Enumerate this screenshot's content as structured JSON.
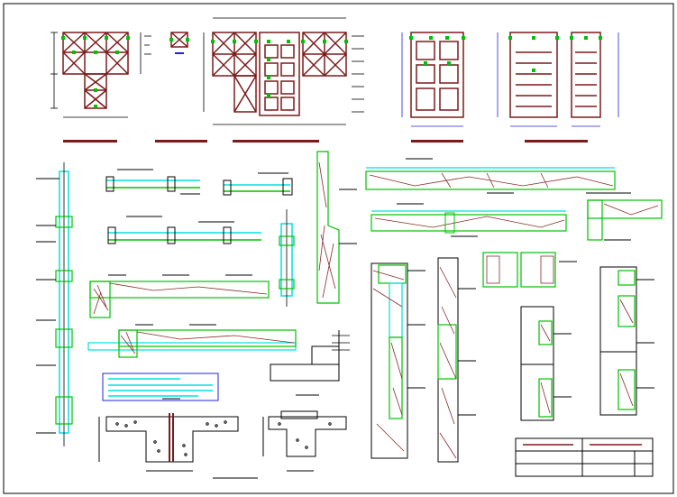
{
  "sheet": {
    "background": "#ffffff",
    "frame_color": "#000000"
  },
  "colors": {
    "wood": "#7a1a1a",
    "green": "#00c000",
    "cyan": "#00e0e0",
    "blue": "#2020e0",
    "black": "#000000",
    "hatch": "#8a2a2a"
  },
  "views": {
    "elevations": [
      {
        "name": "window-elevation-large",
        "type": "window"
      },
      {
        "name": "window-elevation-small",
        "type": "window"
      },
      {
        "name": "door-window-elevation",
        "type": "door-with-windows"
      },
      {
        "name": "door-elevation-paneled",
        "type": "door"
      },
      {
        "name": "door-elevation-louvered",
        "type": "door"
      },
      {
        "name": "door-elevation-narrow",
        "type": "door"
      }
    ],
    "details": [
      "window-vertical-section",
      "window-horizontal-section",
      "sill-detail",
      "door-jamb-detail",
      "lintel-detail",
      "foundation-detail",
      "wall-section",
      "threshold-detail"
    ]
  },
  "legend_box": {
    "lines": 4
  },
  "title_block": {
    "rows": 3,
    "columns": 4
  }
}
